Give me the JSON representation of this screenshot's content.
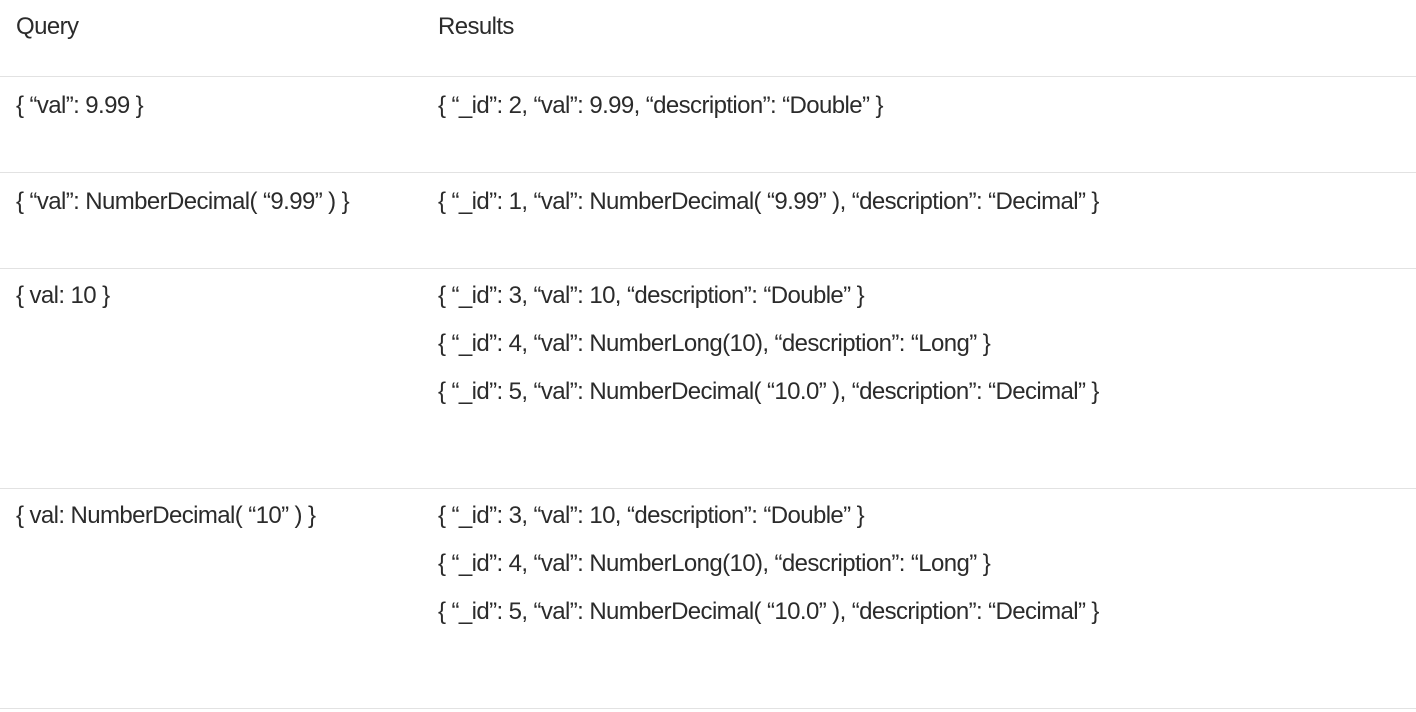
{
  "header": {
    "query_label": "Query",
    "results_label": "Results"
  },
  "rows": [
    {
      "query": "{ “val”: 9.99 }",
      "results": [
        "{ “_id”: 2, “val”: 9.99, “description”: “Double” }"
      ]
    },
    {
      "query": "{ “val”: NumberDecimal( “9.99” ) }",
      "results": [
        "{ “_id”: 1, “val”: NumberDecimal( “9.99” ), “description”: “Decimal” }"
      ]
    },
    {
      "query": "{ val: 10 }",
      "results": [
        "{ “_id”: 3, “val”: 10, “description”: “Double” }",
        "{ “_id”: 4, “val”: NumberLong(10), “description”: “Long” }",
        "{ “_id”: 5, “val”: NumberDecimal( “10.0” ), “description”: “Decimal” }"
      ]
    },
    {
      "query": "{ val: NumberDecimal( “10” ) }",
      "results": [
        "{ “_id”: 3, “val”: 10, “description”: “Double” }",
        "{ “_id”: 4, “val”: NumberLong(10), “description”: “Long” }",
        "{ “_id”: 5, “val”: NumberDecimal( “10.0” ), “description”: “Decimal” }"
      ]
    }
  ]
}
